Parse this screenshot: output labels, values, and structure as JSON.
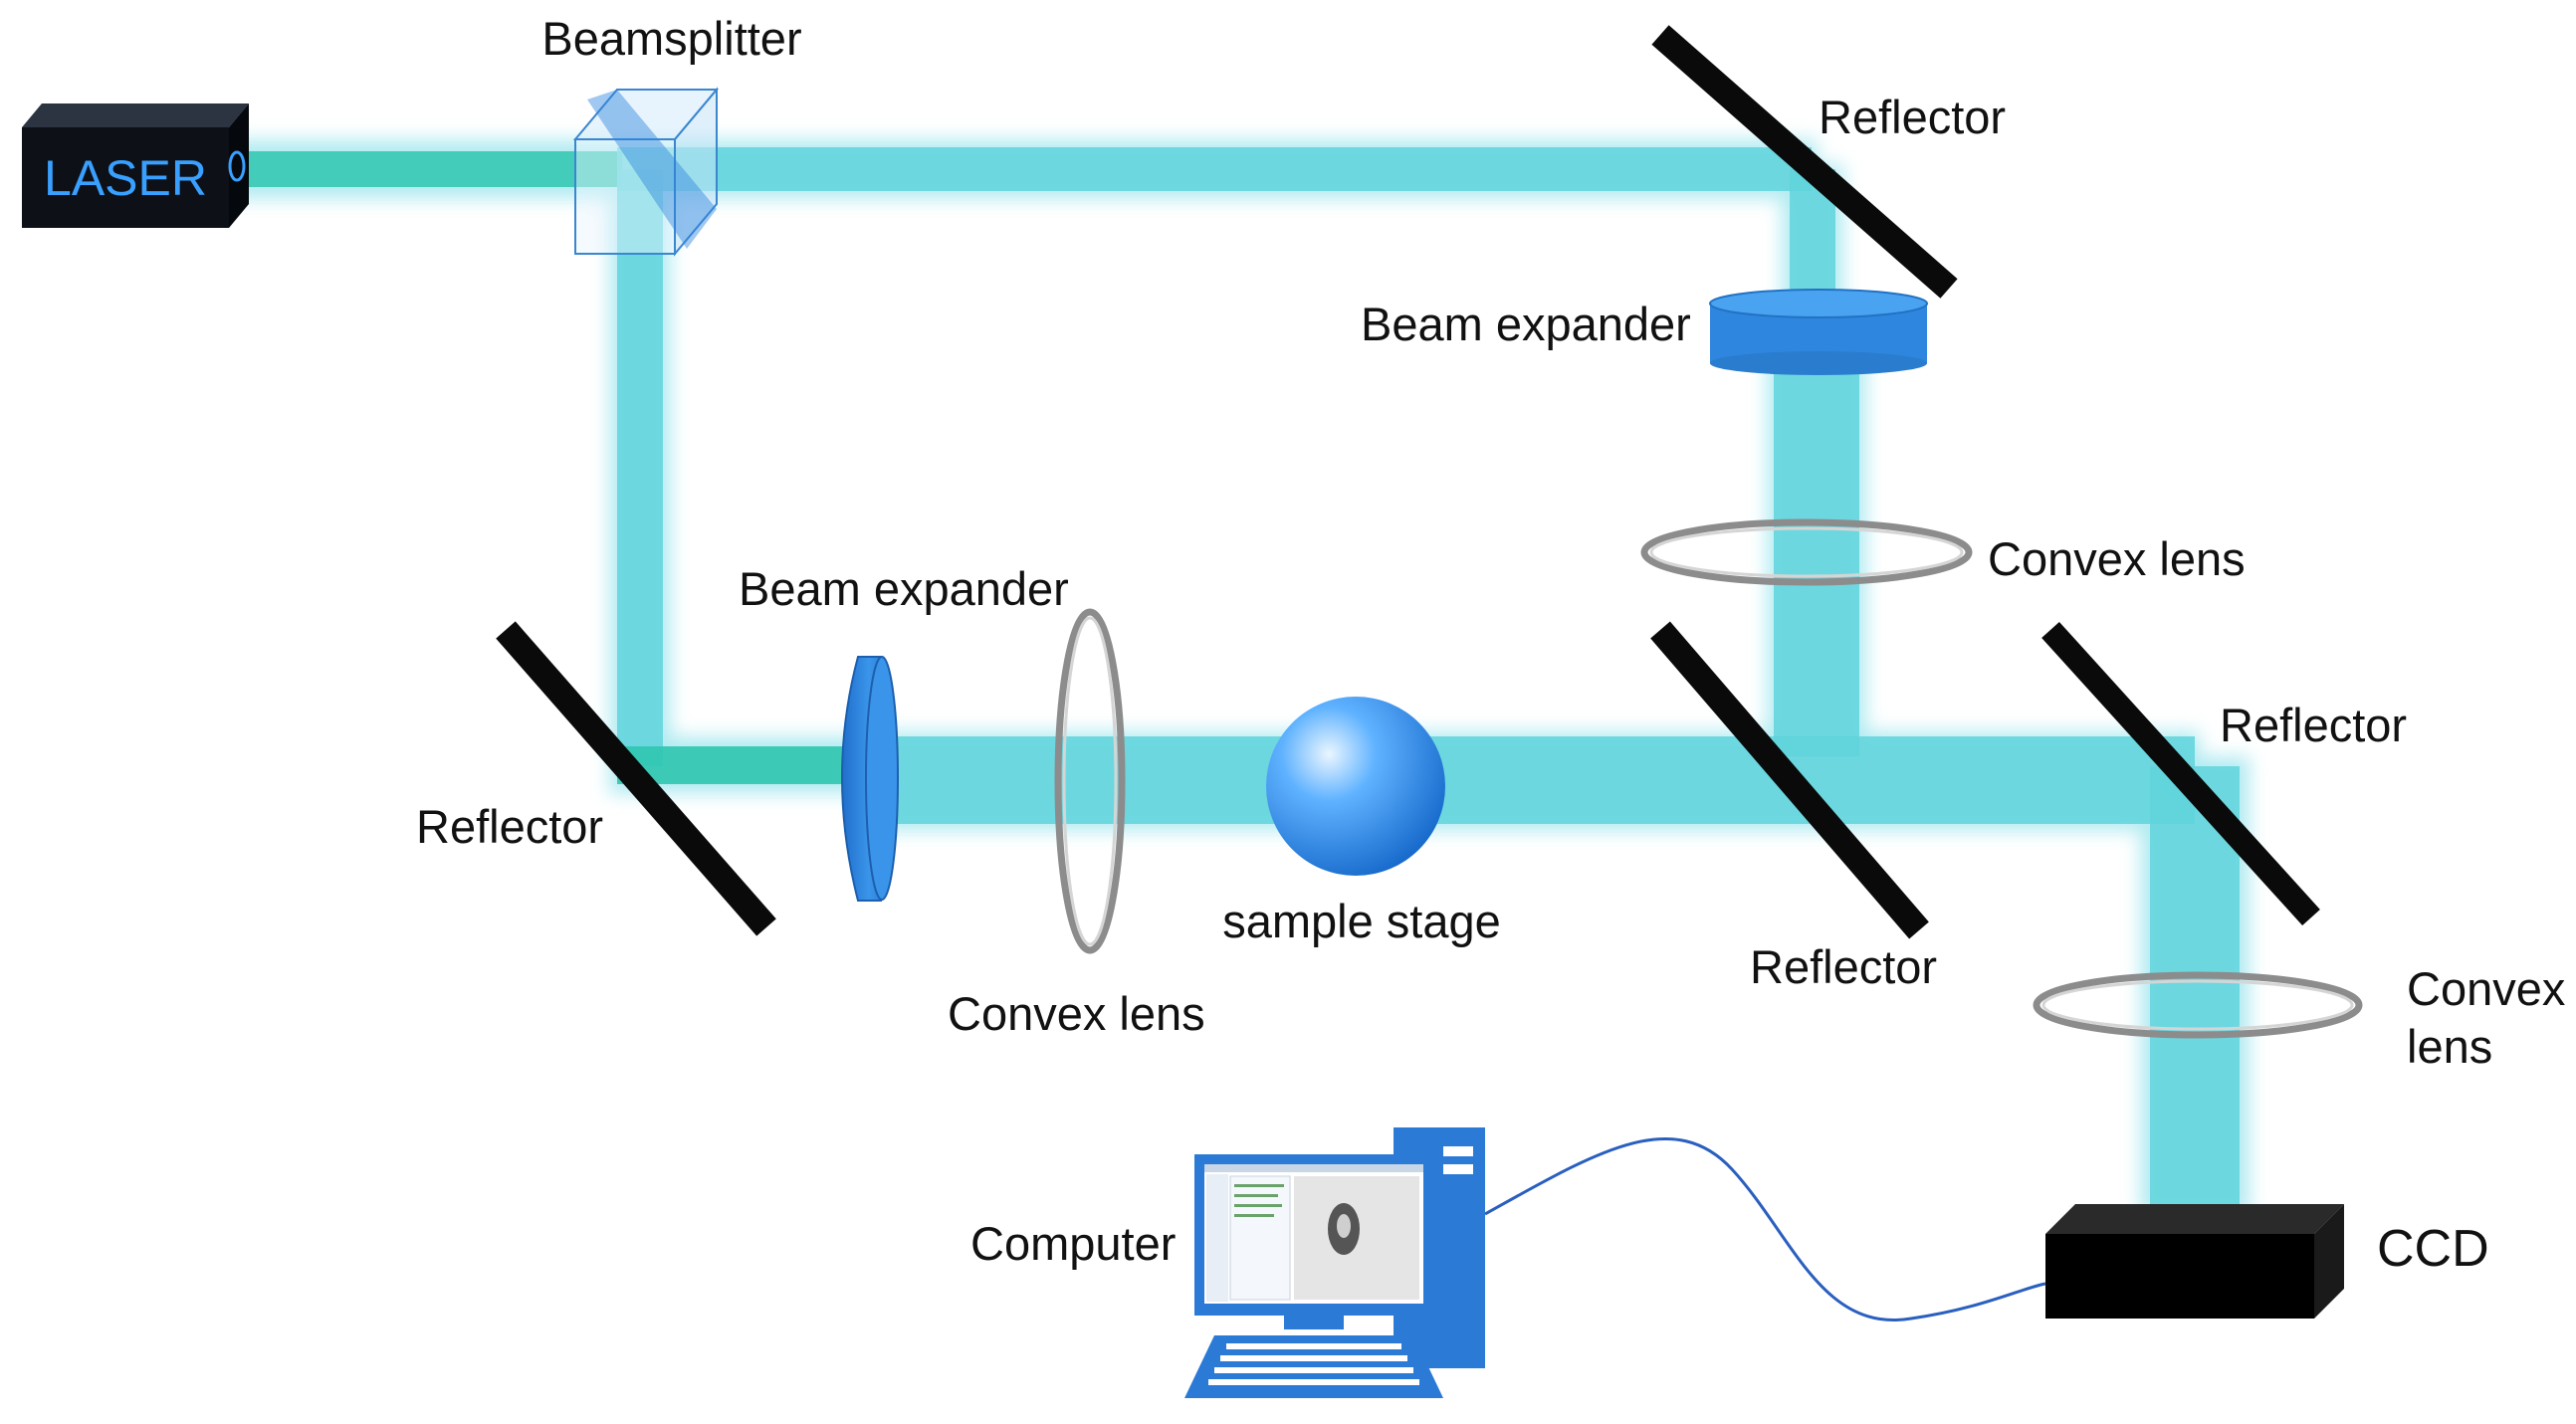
{
  "components": {
    "laser": "LASER",
    "beamsplitter": "Beamsplitter",
    "reflector": "Reflector",
    "beam_expander": "Beam expander",
    "convex_lens": "Convex lens",
    "convex_lens_line1": "Convex",
    "convex_lens_line2": "lens",
    "sample_stage": "sample stage",
    "computer": "Computer",
    "ccd": "CCD"
  },
  "colors": {
    "beam": "#5fd3dc",
    "beam_glow": "#9fe6ee",
    "optic_blue": "#2e86de",
    "laser_body": "#0d1117",
    "laser_text": "#39a0ff",
    "computer_blue": "#2a7ad6",
    "cable": "#2a5fbf"
  }
}
